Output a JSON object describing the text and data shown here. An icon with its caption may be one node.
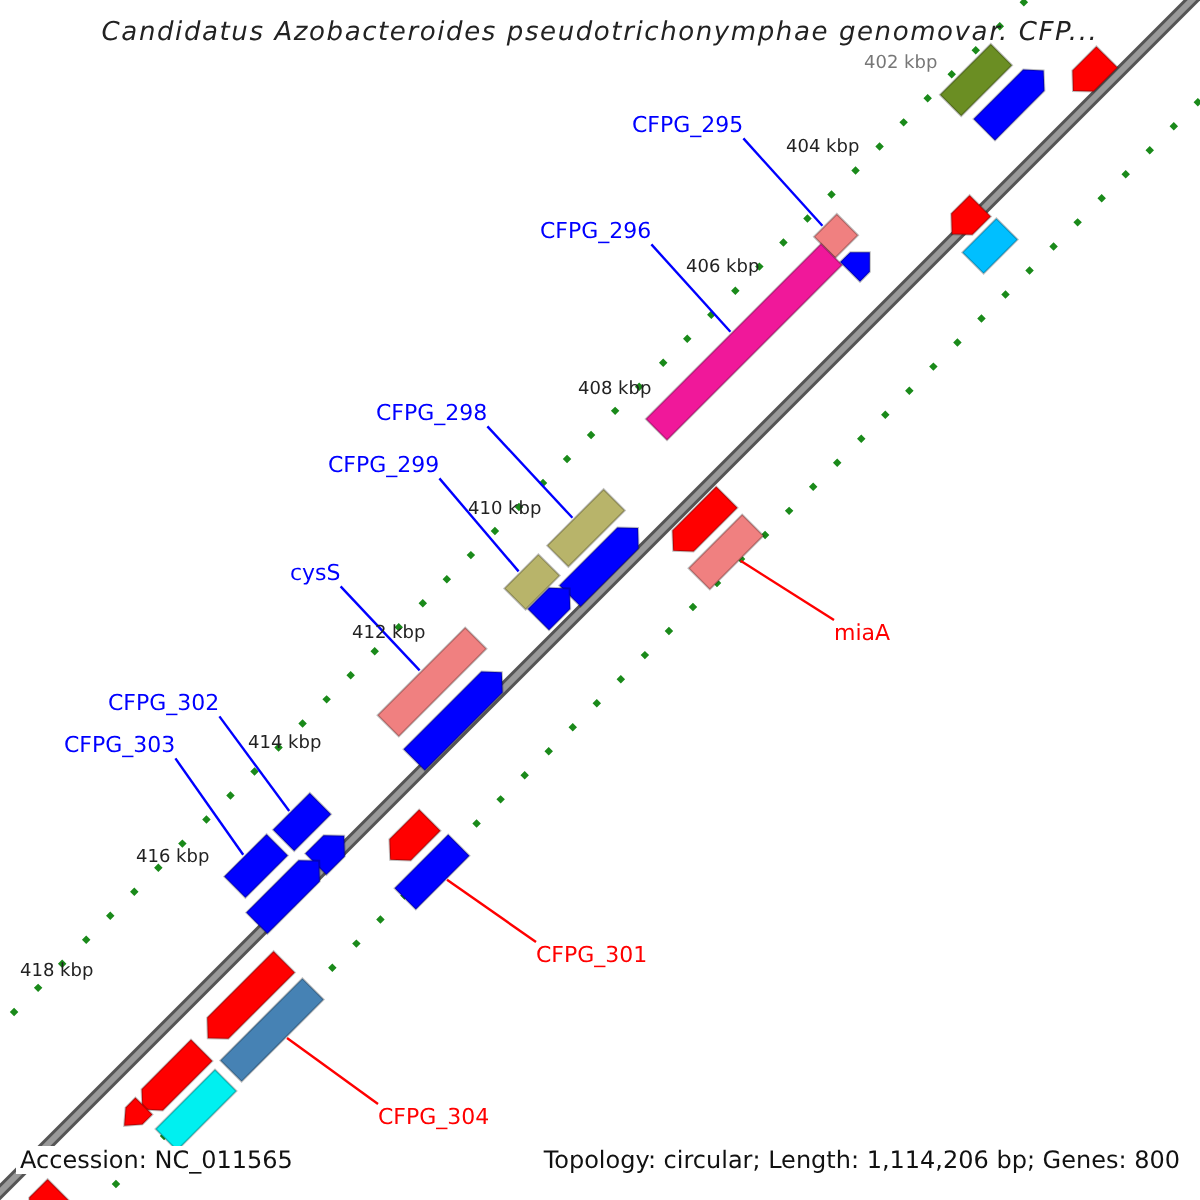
{
  "diagram": {
    "title": "Candidatus Azobacteroides pseudotrichonymphae genomovar. CFP...",
    "nodes": [
      {
        "text": [
          "CFPG_295"
        ]
      },
      {
        "text": [],
        "shape": "bar"
      },
      {
        "text": [
          "CFPG_296"
        ]
      },
      {
        "text": [],
        "shape": "bar"
      },
      {
        "text": [
          "CFPG_298"
        ]
      },
      {
        "text": [],
        "shape": "bar"
      },
      {
        "text": [
          "CFPG_299"
        ]
      },
      {
        "text": [],
        "shape": "bar"
      },
      {
        "text": [
          "cysS"
        ]
      },
      {
        "text": [],
        "shape": "bar"
      },
      {
        "text": [
          "CFPG_302"
        ]
      },
      {
        "text": [],
        "shape": "bar"
      },
      {
        "text": [
          "CFPG_303"
        ]
      },
      {
        "text": [],
        "shape": "bar"
      },
      {
        "text": [
          "miaA"
        ]
      },
      {
        "text": [],
        "shape": "bar"
      },
      {
        "text": [
          "CFPG_301"
        ]
      },
      {
        "text": [],
        "shape": "bar"
      },
      {
        "text": [
          "CFPG_304"
        ]
      },
      {
        "text": [],
        "shape": "bar"
      },
      {
        "text": [],
        "shape": "bar"
      },
      {
        "text": [],
        "shape": "pentagon"
      },
      {
        "text": [],
        "shape": "pentagon"
      },
      {
        "text": [],
        "shape": "pentagon"
      },
      {
        "text": [],
        "shape": "bar"
      },
      {
        "text": [],
        "shape": "pentagon"
      },
      {
        "text": [],
        "shape": "pentagon"
      },
      {
        "text": [],
        "shape": "pentagon"
      },
      {
        "text": [],
        "shape": "pentagon"
      },
      {
        "text": [],
        "shape": "pentagon"
      },
      {
        "text": [],
        "shape": "pentagon"
      },
      {
        "text": [],
        "shape": "pentagon"
      },
      {
        "text": [],
        "shape": "pentagon"
      },
      {
        "text": [],
        "shape": "pentagon"
      },
      {
        "text": [],
        "shape": "pentagon"
      },
      {
        "text": [],
        "shape": "bar"
      },
      {
        "text": [],
        "shape": "pentagon"
      },
      {
        "text": [],
        "shape": "pentagon"
      }
    ],
    "edges": [
      {
        "from": 0,
        "to": 1,
        "arrow": "none"
      },
      {
        "from": 2,
        "to": 3,
        "arrow": "none"
      },
      {
        "from": 4,
        "to": 5,
        "arrow": "none"
      },
      {
        "from": 6,
        "to": 7,
        "arrow": "none"
      },
      {
        "from": 8,
        "to": 9,
        "arrow": "none"
      },
      {
        "from": 10,
        "to": 11,
        "arrow": "none"
      },
      {
        "from": 12,
        "to": 13,
        "arrow": "none"
      },
      {
        "from": 14,
        "to": 15,
        "arrow": "none",
        "color": "#ff0000"
      },
      {
        "from": 16,
        "to": 17,
        "arrow": "none",
        "color": "#ff0000"
      },
      {
        "from": 18,
        "to": 19,
        "arrow": "none",
        "color": "#ff0000"
      }
    ],
    "labels": [
      "402 kbp",
      "404 kbp",
      "406 kbp",
      "408 kbp",
      "410 kbp",
      "412 kbp",
      "414 kbp",
      "416 kbp",
      "418 kbp",
      "Accession: NC_011565",
      "Topology: circular; Length: 1,114,206 bp; Genes: 800"
    ]
  }
}
